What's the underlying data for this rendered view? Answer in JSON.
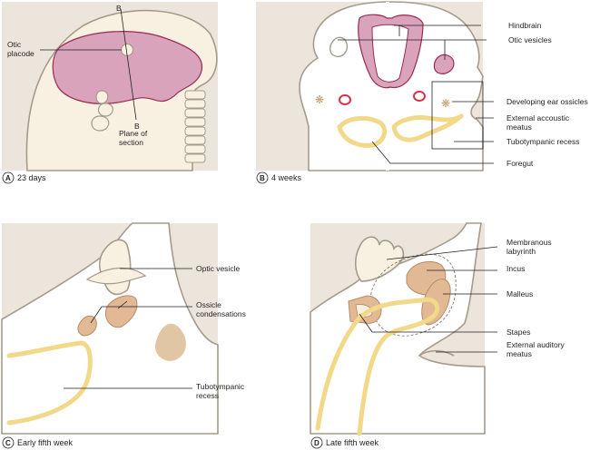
{
  "panels": {
    "a": {
      "letter": "A",
      "caption": "23 days",
      "labels": {
        "otic_placode": "Otic\nplacode",
        "plane": "Plane of\nsection",
        "b_top": "B",
        "b_bottom": "B"
      }
    },
    "b": {
      "letter": "B",
      "caption": "4 weeks",
      "labels": {
        "hindbrain": "Hindbrain",
        "otic_vesicles": "Otic vesicles",
        "ossicles": "Developing ear ossicles",
        "meatus": "External accoustic\nmeatus",
        "recess": "Tubotympanic recess",
        "foregut": "Foregut"
      }
    },
    "c": {
      "letter": "C",
      "caption": "Early fifth week",
      "labels": {
        "optic_vesicle": "Optic vesicle",
        "ossicle_cond": "Ossicle\ncondensations",
        "recess": "Tubotympanic\nrecess"
      }
    },
    "d": {
      "letter": "D",
      "caption": "Late fifth week",
      "labels": {
        "labyrinth": "Membranous\nlabyrinth",
        "incus": "Incus",
        "malleus": "Malleus",
        "stapes": "Stapes",
        "meatus": "External auditory\nmeatus"
      }
    }
  },
  "colors": {
    "background": "#ece5dc",
    "tissue": "#f8f1e2",
    "neural": "#d9a3bb",
    "neural_outline": "#9a2a52",
    "endoderm": "#f2d98a",
    "ossicle": "#e2b995"
  }
}
